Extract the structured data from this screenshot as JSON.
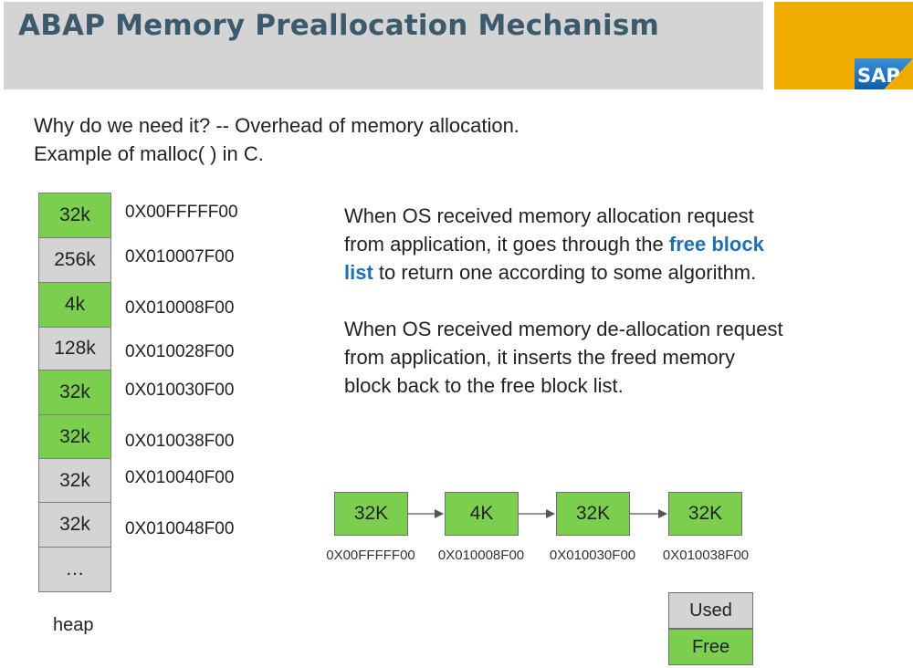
{
  "title": "ABAP Memory Preallocation Mechanism",
  "logo": {
    "text": "SAP",
    "icon": "sap-logo-icon",
    "bg_color": "#f0ab00",
    "logo_color": "#1a6fb8"
  },
  "intro": {
    "line1": "Why do we need it?  -- Overhead of memory allocation.",
    "line2": "Example of malloc( ) in C."
  },
  "heap": {
    "label": "heap",
    "blocks": [
      {
        "size": "32k",
        "state": "free",
        "address": "0X00FFFFF00"
      },
      {
        "size": "256k",
        "state": "used",
        "address": "0X010007F00"
      },
      {
        "size": "4k",
        "state": "free",
        "address": "0X010008F00"
      },
      {
        "size": "128k",
        "state": "used",
        "address": "0X010028F00"
      },
      {
        "size": "32k",
        "state": "free",
        "address": "0X010030F00"
      },
      {
        "size": "32k",
        "state": "free",
        "address": "0X010038F00"
      },
      {
        "size": "32k",
        "state": "used",
        "address": "0X010040F00"
      },
      {
        "size": "32k",
        "state": "used",
        "address": "0X010048F00"
      },
      {
        "size": "…",
        "state": "used",
        "address": ""
      }
    ]
  },
  "para1": {
    "line1": "When OS received memory allocation request",
    "line2": "from application, it goes through the ",
    "highlight_a": "free block",
    "highlight_b": "list",
    "line3_rest": " to return one according to some algorithm."
  },
  "para2": {
    "line1": "When OS received memory de-allocation request",
    "line2": "from application, it inserts the freed memory",
    "line3": "block back to the free block list."
  },
  "free_list": {
    "nodes": [
      {
        "size": "32K",
        "address": "0X00FFFFF00"
      },
      {
        "size": "4K",
        "address": "0X010008F00"
      },
      {
        "size": "32K",
        "address": "0X010030F00"
      },
      {
        "size": "32K",
        "address": "0X010038F00"
      }
    ]
  },
  "legend": {
    "used_label": "Used",
    "free_label": "Free"
  },
  "colors": {
    "free": "#7ccf4e",
    "used": "#d4d4d4",
    "title": "#3c5a6e",
    "highlight": "#1f6fb5"
  }
}
